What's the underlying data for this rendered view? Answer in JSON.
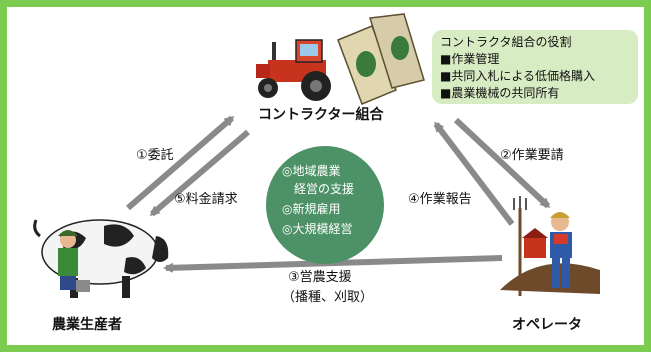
{
  "roles": {
    "title": "コントラクタ組合の役割",
    "items": [
      "■作業管理",
      "■共同入札による低価格購入",
      "■農業機械の共同所有"
    ]
  },
  "nodes": {
    "contractor": "コントラクター組合",
    "producer": "農業生産者",
    "operator": "オペレータ"
  },
  "flows": {
    "entrust": "①委託",
    "request": "②作業要請",
    "support": "③営農支援",
    "support_detail": "（播種、刈取）",
    "report": "④作業報告",
    "fee": "⑤料金請求"
  },
  "benefits": [
    "◎地域農業",
    "経営の支援",
    "◎新規雇用",
    "◎大規模経営"
  ]
}
